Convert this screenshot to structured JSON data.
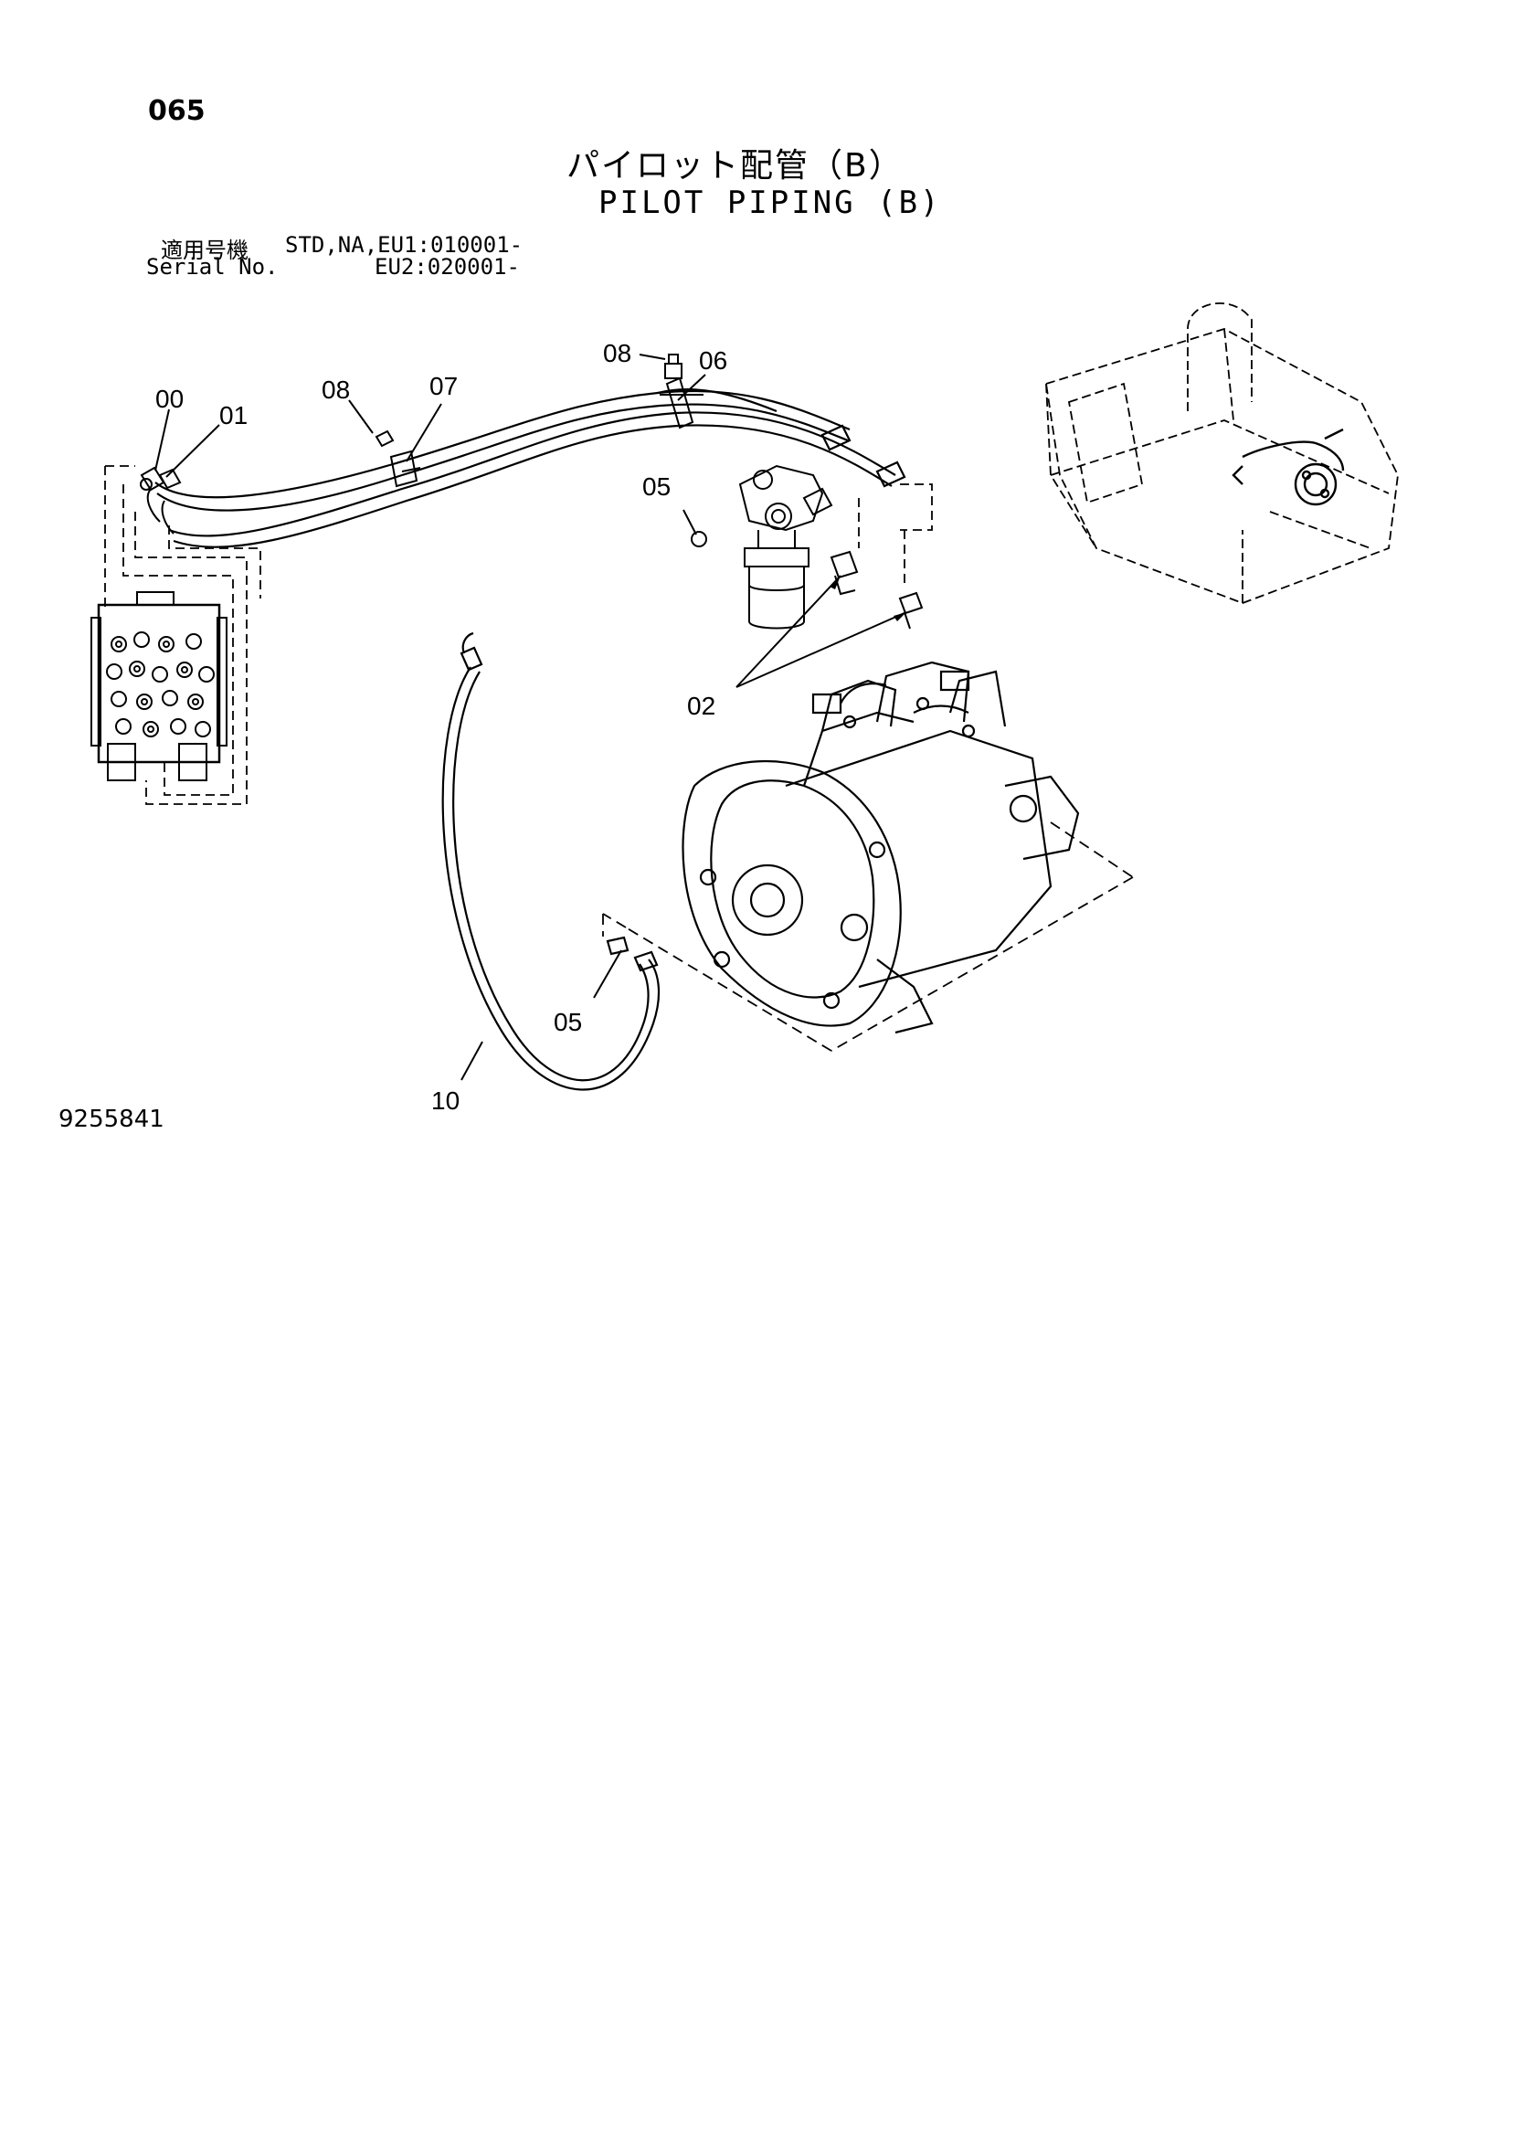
{
  "page_number": "065",
  "title_jp": "パイロット配管（B）",
  "title_en": "PILOT PIPING (B)",
  "serial": {
    "label_jp": "適用号機",
    "label_en": "Serial No.",
    "value_line1": "STD,NA,EU1:010001-",
    "value_line2": "EU2:020001-"
  },
  "callouts": {
    "c00": "00",
    "c01": "01",
    "c08a": "08",
    "c07": "07",
    "c08b": "08",
    "c06": "06",
    "c05a": "05",
    "c02": "02",
    "c05b": "05",
    "c10": "10"
  },
  "drawing_number": "9255841"
}
